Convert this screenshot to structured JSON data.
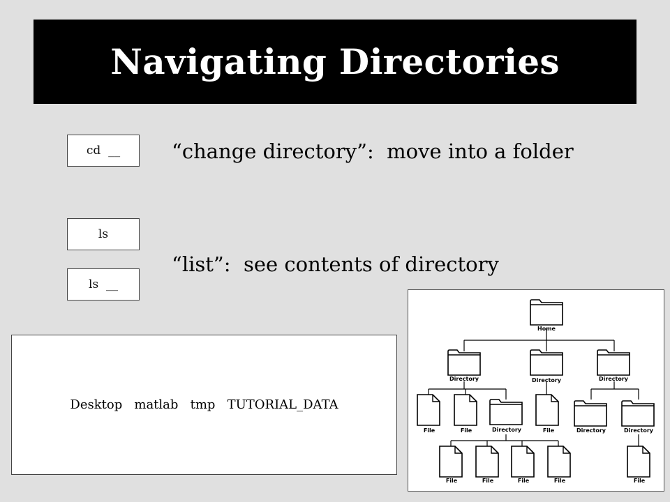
{
  "slide": {
    "title": "Navigating Directories",
    "commands": [
      {
        "label": "cd  __"
      },
      {
        "label": "ls"
      },
      {
        "label": "ls  __"
      }
    ],
    "descriptions": [
      {
        "text": "“change directory”:  move into a folder"
      },
      {
        "text": "“list”:  see contents of directory"
      }
    ],
    "terminal_output": "Desktop   matlab   tmp   TUTORIAL_DATA"
  },
  "tree": {
    "root": "Home",
    "directory_label": "Directory",
    "file_label": "File"
  }
}
